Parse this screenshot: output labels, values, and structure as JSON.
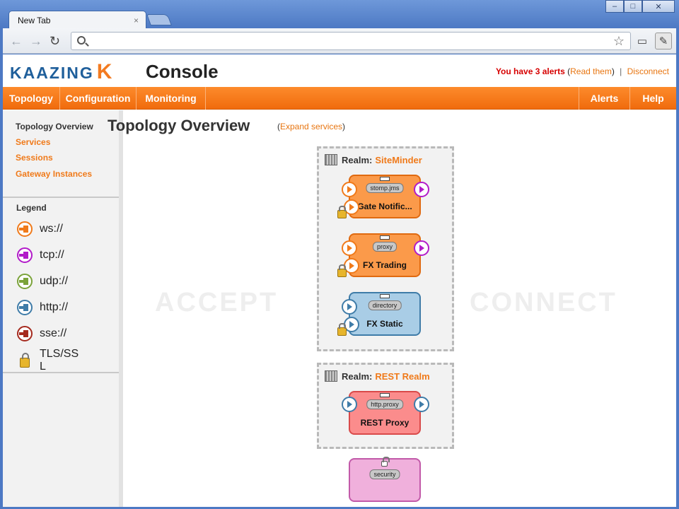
{
  "browser": {
    "tab_title": "New Tab",
    "tab_close": "×",
    "window_buttons": [
      "–",
      "□",
      "✕"
    ],
    "url": ""
  },
  "header": {
    "logo_text": "KAAZING",
    "logo_mark": "K",
    "console_title": "Console",
    "alerts_prefix": "You have 3 alerts",
    "alerts_open": " (",
    "read_link": "Read them",
    "alerts_close": ")",
    "separator": "|",
    "disconnect": "Disconnect"
  },
  "menu": {
    "topology": "Topology",
    "configuration": "Configuration",
    "monitoring": "Monitoring",
    "alerts": "Alerts",
    "help": "Help"
  },
  "sidebar": {
    "items": [
      {
        "label": "Topology Overview",
        "color": "#333333"
      },
      {
        "label": "Services",
        "color": "#f07a1a"
      },
      {
        "label": "Sessions",
        "color": "#f07a1a"
      },
      {
        "label": "Gateway Instances",
        "color": "#f07a1a"
      }
    ],
    "legend_title": "Legend",
    "legend": [
      {
        "label": "ws://",
        "color": "#f07a1a",
        "icon": "arrow-right-icon"
      },
      {
        "label": "tcp://",
        "color": "#b21bc9",
        "icon": "arrow-right-icon"
      },
      {
        "label": "udp://",
        "color": "#7ba33a",
        "icon": "arrow-right-icon"
      },
      {
        "label": "http://",
        "color": "#3f7ca8",
        "icon": "arrow-right-icon"
      },
      {
        "label": "sse://",
        "color": "#a52a1e",
        "icon": "arrow-right-icon"
      },
      {
        "label": "TLS/SSL",
        "icon": "lock-icon"
      }
    ]
  },
  "main": {
    "title": "Topology Overview",
    "expand_open": "(",
    "expand_link": "Expand services",
    "expand_close": ")",
    "accept_watermark": "ACCEPT",
    "connect_watermark": "CONNECT",
    "realm_prefix": "Realm:",
    "realms": [
      {
        "name": "SiteMinder",
        "services": [
          {
            "tag": "stomp.jms",
            "name": "Gate Notific...",
            "fill": "#fb9a4a",
            "border": "#e06a10"
          },
          {
            "tag": "proxy",
            "name": "FX Trading",
            "fill": "#fb9a4a",
            "border": "#e06a10"
          },
          {
            "tag": "directory",
            "name": "FX Static",
            "fill": "#a9cde6",
            "border": "#3f7ca8"
          }
        ]
      },
      {
        "name": "REST Realm",
        "services": [
          {
            "tag": "http.proxy",
            "name": "REST Proxy",
            "fill": "#fb8c8c",
            "border": "#d94a4a"
          }
        ]
      }
    ],
    "standalone": {
      "tag": "security",
      "fill": "#f0b0dc",
      "border": "#c25aa9"
    }
  }
}
